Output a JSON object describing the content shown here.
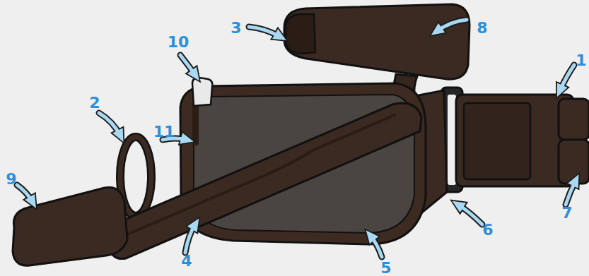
{
  "diagram": {
    "labels": [
      "3",
      "8",
      "10",
      "1",
      "2",
      "11",
      "9",
      "4",
      "5",
      "6",
      "7"
    ]
  }
}
